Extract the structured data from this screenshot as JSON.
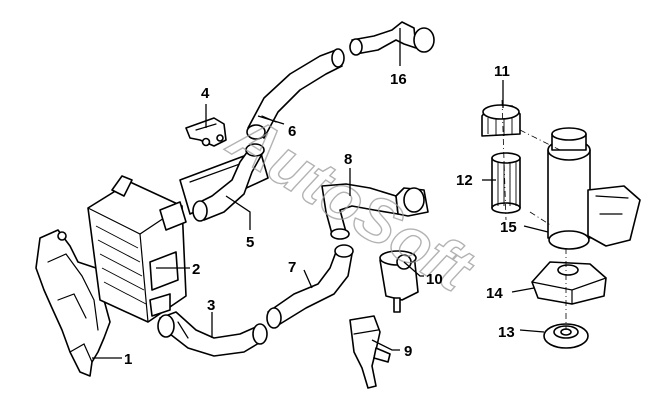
{
  "watermark": "AutoSoft",
  "callouts": [
    "1",
    "2",
    "3",
    "4",
    "5",
    "6",
    "7",
    "8",
    "9",
    "10",
    "11",
    "12",
    "13",
    "14",
    "15",
    "16"
  ]
}
